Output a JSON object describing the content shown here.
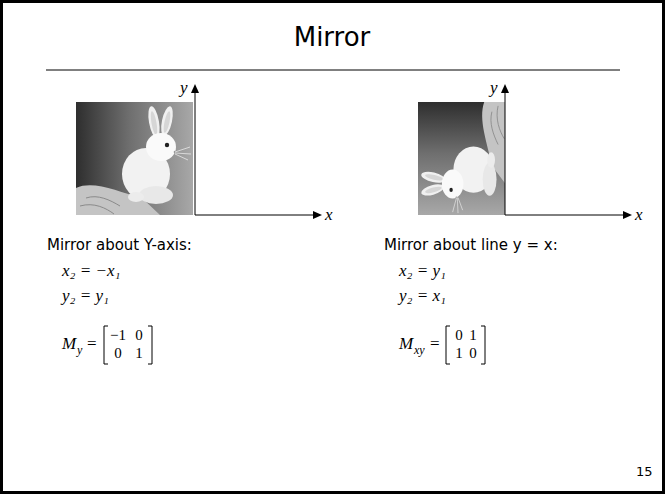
{
  "diagram": {
    "title": "Mirror",
    "labels": [
      "y",
      "x",
      "y",
      "x",
      "Mirror about Y-axis:",
      "x₂ = −x₁",
      "y₂ = y₁",
      "M",
      "y",
      "=",
      "−1",
      "0",
      "0",
      "1",
      "Mirror about line y = x:",
      "x₂ = y₁",
      "y₂ = x₁",
      "M",
      "xy",
      "=",
      "0",
      "1",
      "1",
      "0",
      "15"
    ]
  }
}
